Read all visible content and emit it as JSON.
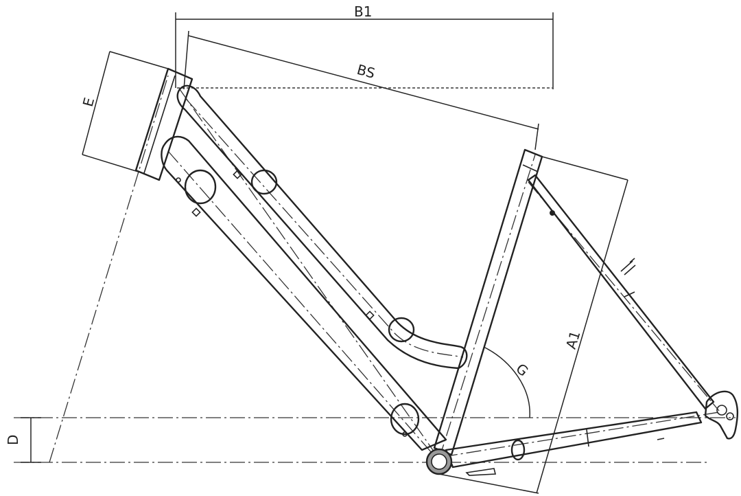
{
  "labels": {
    "b1": "B1",
    "bs": "BS",
    "e": "E",
    "a1": "A1",
    "g": "G",
    "d": "D"
  }
}
